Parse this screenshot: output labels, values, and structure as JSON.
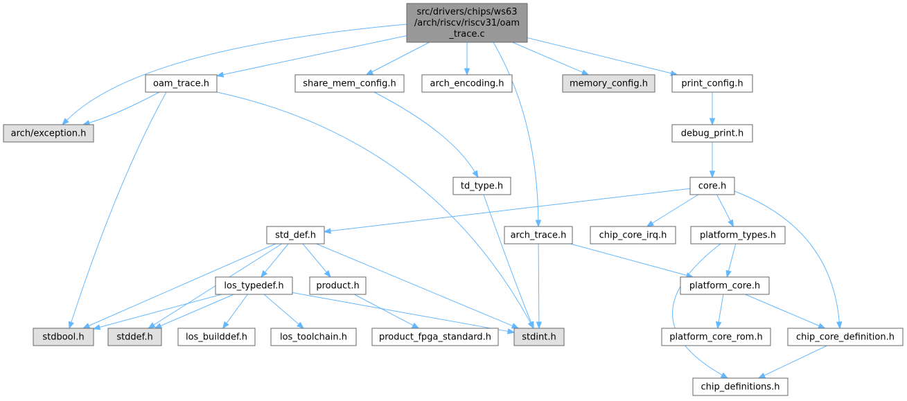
{
  "graph": {
    "title": "Include dependency graph for oam_trace.c",
    "colors": {
      "edge": "#63b8ff",
      "node_border": "#666666",
      "node_fill_default": "#ffffff",
      "node_fill_missing": "#e0e0e0",
      "node_fill_root": "#999999"
    },
    "nodes": [
      {
        "id": "root",
        "kind": "root",
        "lines": [
          "src/drivers/chips/ws63",
          "/arch/riscv/riscv31/oam",
          "_trace.c"
        ]
      },
      {
        "id": "arch_exception",
        "kind": "missing",
        "lines": [
          "arch/exception.h"
        ]
      },
      {
        "id": "oam_trace",
        "kind": "default",
        "lines": [
          "oam_trace.h"
        ]
      },
      {
        "id": "share_mem_config",
        "kind": "default",
        "lines": [
          "share_mem_config.h"
        ]
      },
      {
        "id": "arch_encoding",
        "kind": "default",
        "lines": [
          "arch_encoding.h"
        ]
      },
      {
        "id": "memory_config",
        "kind": "missing",
        "lines": [
          "memory_config.h"
        ]
      },
      {
        "id": "print_config",
        "kind": "default",
        "lines": [
          "print_config.h"
        ]
      },
      {
        "id": "debug_print",
        "kind": "default",
        "lines": [
          "debug_print.h"
        ]
      },
      {
        "id": "td_type",
        "kind": "default",
        "lines": [
          "td_type.h"
        ]
      },
      {
        "id": "core",
        "kind": "default",
        "lines": [
          "core.h"
        ]
      },
      {
        "id": "std_def",
        "kind": "default",
        "lines": [
          "std_def.h"
        ]
      },
      {
        "id": "arch_trace",
        "kind": "default",
        "lines": [
          "arch_trace.h"
        ]
      },
      {
        "id": "chip_core_irq",
        "kind": "default",
        "lines": [
          "chip_core_irq.h"
        ]
      },
      {
        "id": "platform_types",
        "kind": "default",
        "lines": [
          "platform_types.h"
        ]
      },
      {
        "id": "los_typedef",
        "kind": "default",
        "lines": [
          "los_typedef.h"
        ]
      },
      {
        "id": "product",
        "kind": "default",
        "lines": [
          "product.h"
        ]
      },
      {
        "id": "platform_core",
        "kind": "default",
        "lines": [
          "platform_core.h"
        ]
      },
      {
        "id": "stdbool",
        "kind": "missing",
        "lines": [
          "stdbool.h"
        ]
      },
      {
        "id": "stddef",
        "kind": "missing",
        "lines": [
          "stddef.h"
        ]
      },
      {
        "id": "los_builddef",
        "kind": "default",
        "lines": [
          "los_builddef.h"
        ]
      },
      {
        "id": "los_toolchain",
        "kind": "default",
        "lines": [
          "los_toolchain.h"
        ]
      },
      {
        "id": "product_fpga_standard",
        "kind": "default",
        "lines": [
          "product_fpga_standard.h"
        ]
      },
      {
        "id": "stdint",
        "kind": "missing",
        "lines": [
          "stdint.h"
        ]
      },
      {
        "id": "platform_core_rom",
        "kind": "default",
        "lines": [
          "platform_core_rom.h"
        ]
      },
      {
        "id": "chip_core_definition",
        "kind": "default",
        "lines": [
          "chip_core_definition.h"
        ]
      },
      {
        "id": "chip_definitions",
        "kind": "default",
        "lines": [
          "chip_definitions.h"
        ]
      }
    ],
    "edges": [
      {
        "from": "root",
        "to": "arch_exception"
      },
      {
        "from": "root",
        "to": "oam_trace"
      },
      {
        "from": "root",
        "to": "share_mem_config"
      },
      {
        "from": "root",
        "to": "arch_encoding"
      },
      {
        "from": "root",
        "to": "memory_config"
      },
      {
        "from": "root",
        "to": "print_config"
      },
      {
        "from": "root",
        "to": "arch_trace"
      },
      {
        "from": "oam_trace",
        "to": "arch_exception"
      },
      {
        "from": "oam_trace",
        "to": "stdbool"
      },
      {
        "from": "oam_trace",
        "to": "stdint"
      },
      {
        "from": "share_mem_config",
        "to": "td_type"
      },
      {
        "from": "td_type",
        "to": "stdint"
      },
      {
        "from": "print_config",
        "to": "debug_print"
      },
      {
        "from": "debug_print",
        "to": "core"
      },
      {
        "from": "core",
        "to": "std_def"
      },
      {
        "from": "core",
        "to": "chip_core_irq"
      },
      {
        "from": "core",
        "to": "platform_types"
      },
      {
        "from": "core",
        "to": "chip_core_definition"
      },
      {
        "from": "arch_trace",
        "to": "stdint"
      },
      {
        "from": "arch_trace",
        "to": "platform_core"
      },
      {
        "from": "std_def",
        "to": "stdbool"
      },
      {
        "from": "std_def",
        "to": "stddef"
      },
      {
        "from": "std_def",
        "to": "los_typedef"
      },
      {
        "from": "std_def",
        "to": "product"
      },
      {
        "from": "std_def",
        "to": "stdint"
      },
      {
        "from": "los_typedef",
        "to": "stdbool"
      },
      {
        "from": "los_typedef",
        "to": "stddef"
      },
      {
        "from": "los_typedef",
        "to": "los_builddef"
      },
      {
        "from": "los_typedef",
        "to": "los_toolchain"
      },
      {
        "from": "los_typedef",
        "to": "stdint"
      },
      {
        "from": "product",
        "to": "product_fpga_standard"
      },
      {
        "from": "platform_types",
        "to": "platform_core"
      },
      {
        "from": "platform_types",
        "to": "chip_definitions"
      },
      {
        "from": "platform_core",
        "to": "platform_core_rom"
      },
      {
        "from": "platform_core",
        "to": "chip_core_definition"
      },
      {
        "from": "chip_core_definition",
        "to": "chip_definitions"
      }
    ]
  }
}
